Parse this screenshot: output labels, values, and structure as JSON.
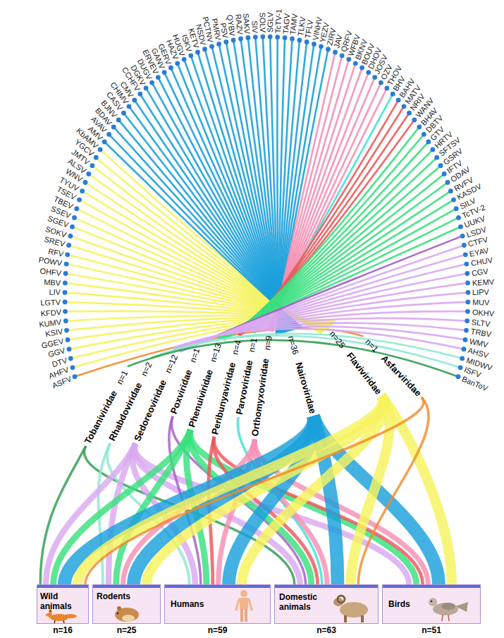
{
  "diagram": {
    "nodes": [
      {
        "text": [
          "Tobaniviridae",
          "n=1"
        ]
      },
      {
        "text": [
          "Rhabdoviridae",
          "n=2"
        ]
      },
      {
        "text": [
          "Sedoreoviridae",
          "n=12"
        ]
      },
      {
        "text": [
          "Poxviridae",
          "n=1"
        ]
      },
      {
        "text": [
          "Phenuiviridae",
          "n=13"
        ]
      },
      {
        "text": [
          "Peribunyaviridae",
          "n=4"
        ]
      },
      {
        "text": [
          "Parvoviridae",
          "n=1"
        ]
      },
      {
        "text": [
          "Orthomyxoviridae",
          "n=9"
        ]
      },
      {
        "text": [
          "Nairoviridae",
          "n=36"
        ]
      },
      {
        "text": [
          "Flaviviridae",
          "n=25"
        ]
      },
      {
        "text": [
          "Asfarviridae",
          "n=1"
        ]
      },
      {
        "text": [
          "Wild animals",
          "n=16"
        ]
      },
      {
        "text": [
          "Rodents",
          "n=25"
        ]
      },
      {
        "text": [
          "Humans",
          "n=59"
        ]
      },
      {
        "text": [
          "Domestic animals",
          "n=63"
        ]
      },
      {
        "text": [
          "Birds",
          "n=51"
        ]
      }
    ],
    "edges": [
      {
        "from": 0,
        "to": 11,
        "arrow": "none"
      },
      {
        "from": 0,
        "to": 14,
        "arrow": "none"
      },
      {
        "from": 1,
        "to": 12,
        "arrow": "none"
      },
      {
        "from": 1,
        "to": 13,
        "arrow": "none"
      },
      {
        "from": 2,
        "to": 11,
        "arrow": "none"
      },
      {
        "from": 2,
        "to": 12,
        "arrow": "none"
      },
      {
        "from": 2,
        "to": 13,
        "arrow": "none"
      },
      {
        "from": 2,
        "to": 14,
        "arrow": "none"
      },
      {
        "from": 2,
        "to": 15,
        "arrow": "none"
      },
      {
        "from": 3,
        "to": 13,
        "arrow": "none"
      },
      {
        "from": 3,
        "to": 14,
        "arrow": "none"
      },
      {
        "from": 4,
        "to": 11,
        "arrow": "none"
      },
      {
        "from": 4,
        "to": 12,
        "arrow": "none"
      },
      {
        "from": 4,
        "to": 13,
        "arrow": "none"
      },
      {
        "from": 4,
        "to": 14,
        "arrow": "none"
      },
      {
        "from": 4,
        "to": 15,
        "arrow": "none"
      },
      {
        "from": 5,
        "to": 13,
        "arrow": "none"
      },
      {
        "from": 5,
        "to": 14,
        "arrow": "none"
      },
      {
        "from": 5,
        "to": 15,
        "arrow": "none"
      },
      {
        "from": 6,
        "to": 14,
        "arrow": "none"
      },
      {
        "from": 7,
        "to": 12,
        "arrow": "none"
      },
      {
        "from": 7,
        "to": 13,
        "arrow": "none"
      },
      {
        "from": 7,
        "to": 14,
        "arrow": "none"
      },
      {
        "from": 7,
        "to": 15,
        "arrow": "none"
      },
      {
        "from": 8,
        "to": 11,
        "arrow": "none"
      },
      {
        "from": 8,
        "to": 12,
        "arrow": "none"
      },
      {
        "from": 8,
        "to": 13,
        "arrow": "none"
      },
      {
        "from": 8,
        "to": 14,
        "arrow": "none"
      },
      {
        "from": 8,
        "to": 15,
        "arrow": "none"
      },
      {
        "from": 9,
        "to": 11,
        "arrow": "none"
      },
      {
        "from": 9,
        "to": 12,
        "arrow": "none"
      },
      {
        "from": 9,
        "to": 13,
        "arrow": "none"
      },
      {
        "from": 9,
        "to": 14,
        "arrow": "none"
      },
      {
        "from": 9,
        "to": 15,
        "arrow": "none"
      },
      {
        "from": 10,
        "to": 11,
        "arrow": "none"
      },
      {
        "from": 10,
        "to": 14,
        "arrow": "none"
      }
    ],
    "labels": [
      "ASFV",
      "AHFV",
      "DTV",
      "GGV",
      "GGEV",
      "KSIV",
      "KUMV",
      "KFDV",
      "LGTV",
      "LIV",
      "MBV",
      "OHFV",
      "POWV",
      "RFV",
      "SREV",
      "SOKV",
      "SGEV",
      "SSEV",
      "TBEV",
      "TSEV",
      "TYUV",
      "WNV",
      "ALSV",
      "JMTV",
      "YGCV",
      "KbAMV",
      "AMV",
      "AVAV",
      "BDAV",
      "BJNV",
      "CASV",
      "CHIMV",
      "CMV",
      "CCHFV",
      "DGKV",
      "DUGV",
      "ERVEV",
      "GANV",
      "GERV",
      "HAZV",
      "HUGV",
      "ISKV",
      "KETV",
      "NSDV",
      "PCTNV",
      "PMRV",
      "PSV",
      "QYBV",
      "RAZV",
      "SAKV",
      "SIV",
      "SOLV",
      "SGLV",
      "TcTV-1",
      "TAGV",
      "TAMV",
      "TLKV",
      "TFLV",
      "VINHV",
      "YEZV",
      "ZIRV",
      "JAV",
      "QRFV",
      "WFBV",
      "BKNV",
      "BOUV",
      "DHOV",
      "JOSV",
      "OZV",
      "THOV",
      "BHV",
      "BAHV",
      "MATV",
      "NRIV",
      "WANV",
      "BHAV",
      "DBTV",
      "GTV",
      "HRTV",
      "SFTSV",
      "GSRV",
      "IFTV",
      "ODAV",
      "RVFV",
      "KASDV",
      "SILV",
      "TcTV-2",
      "UUKV",
      "LSDV",
      "CTFV",
      "EYAV",
      "CHUV",
      "CGV",
      "KEMV",
      "LIPV",
      "MUV",
      "OKHV",
      "SLTV",
      "TRBV",
      "WMV",
      "AHSV",
      "MIDWV",
      "ISFV",
      "BanToV"
    ]
  }
}
